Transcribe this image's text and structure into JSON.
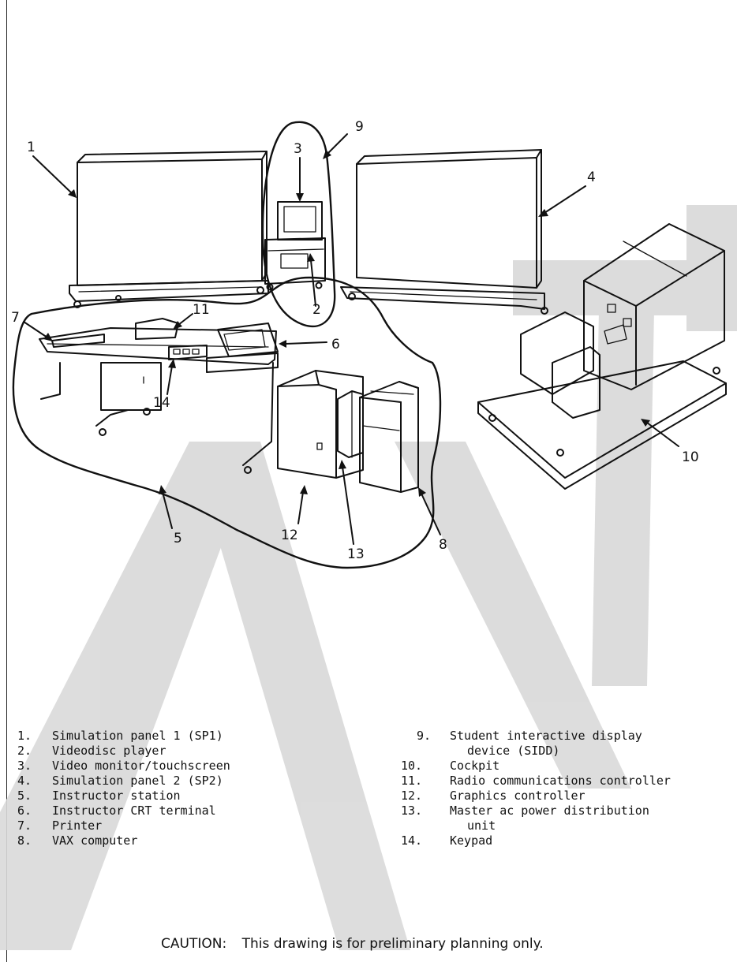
{
  "figure": {
    "callouts": {
      "c1": "1",
      "c2": "2",
      "c3": "3",
      "c4": "4",
      "c5": "5",
      "c6": "6",
      "c7": "7",
      "c8": "8",
      "c9": "9",
      "c10": "10",
      "c11": "11",
      "c12": "12",
      "c13": "13",
      "c14": "14"
    }
  },
  "legend": {
    "left": [
      {
        "num": "1.",
        "text": "Simulation panel 1 (SP1)"
      },
      {
        "num": "2.",
        "text": "Videodisc player"
      },
      {
        "num": "3.",
        "text": "Video monitor/touchscreen"
      },
      {
        "num": "4.",
        "text": "Simulation panel 2 (SP2)"
      },
      {
        "num": "5.",
        "text": "Instructor station"
      },
      {
        "num": "6.",
        "text": "Instructor CRT terminal"
      },
      {
        "num": "7.",
        "text": "Printer"
      },
      {
        "num": "8.",
        "text": "VAX computer"
      }
    ],
    "right": [
      {
        "num": "9.",
        "text": "Student interactive display",
        "cont": "device (SIDD)"
      },
      {
        "num": "10.",
        "text": "Cockpit"
      },
      {
        "num": "11.",
        "text": "Radio communications controller"
      },
      {
        "num": "12.",
        "text": "Graphics controller"
      },
      {
        "num": "13.",
        "text": "Master ac power distribution",
        "cont": "unit"
      },
      {
        "num": "14.",
        "text": "Keypad"
      }
    ]
  },
  "caution": {
    "label": "CAUTION:",
    "text": "This drawing is for preliminary planning only."
  },
  "colors": {
    "ink": "#111111",
    "watermark": "#d9d9d9"
  }
}
